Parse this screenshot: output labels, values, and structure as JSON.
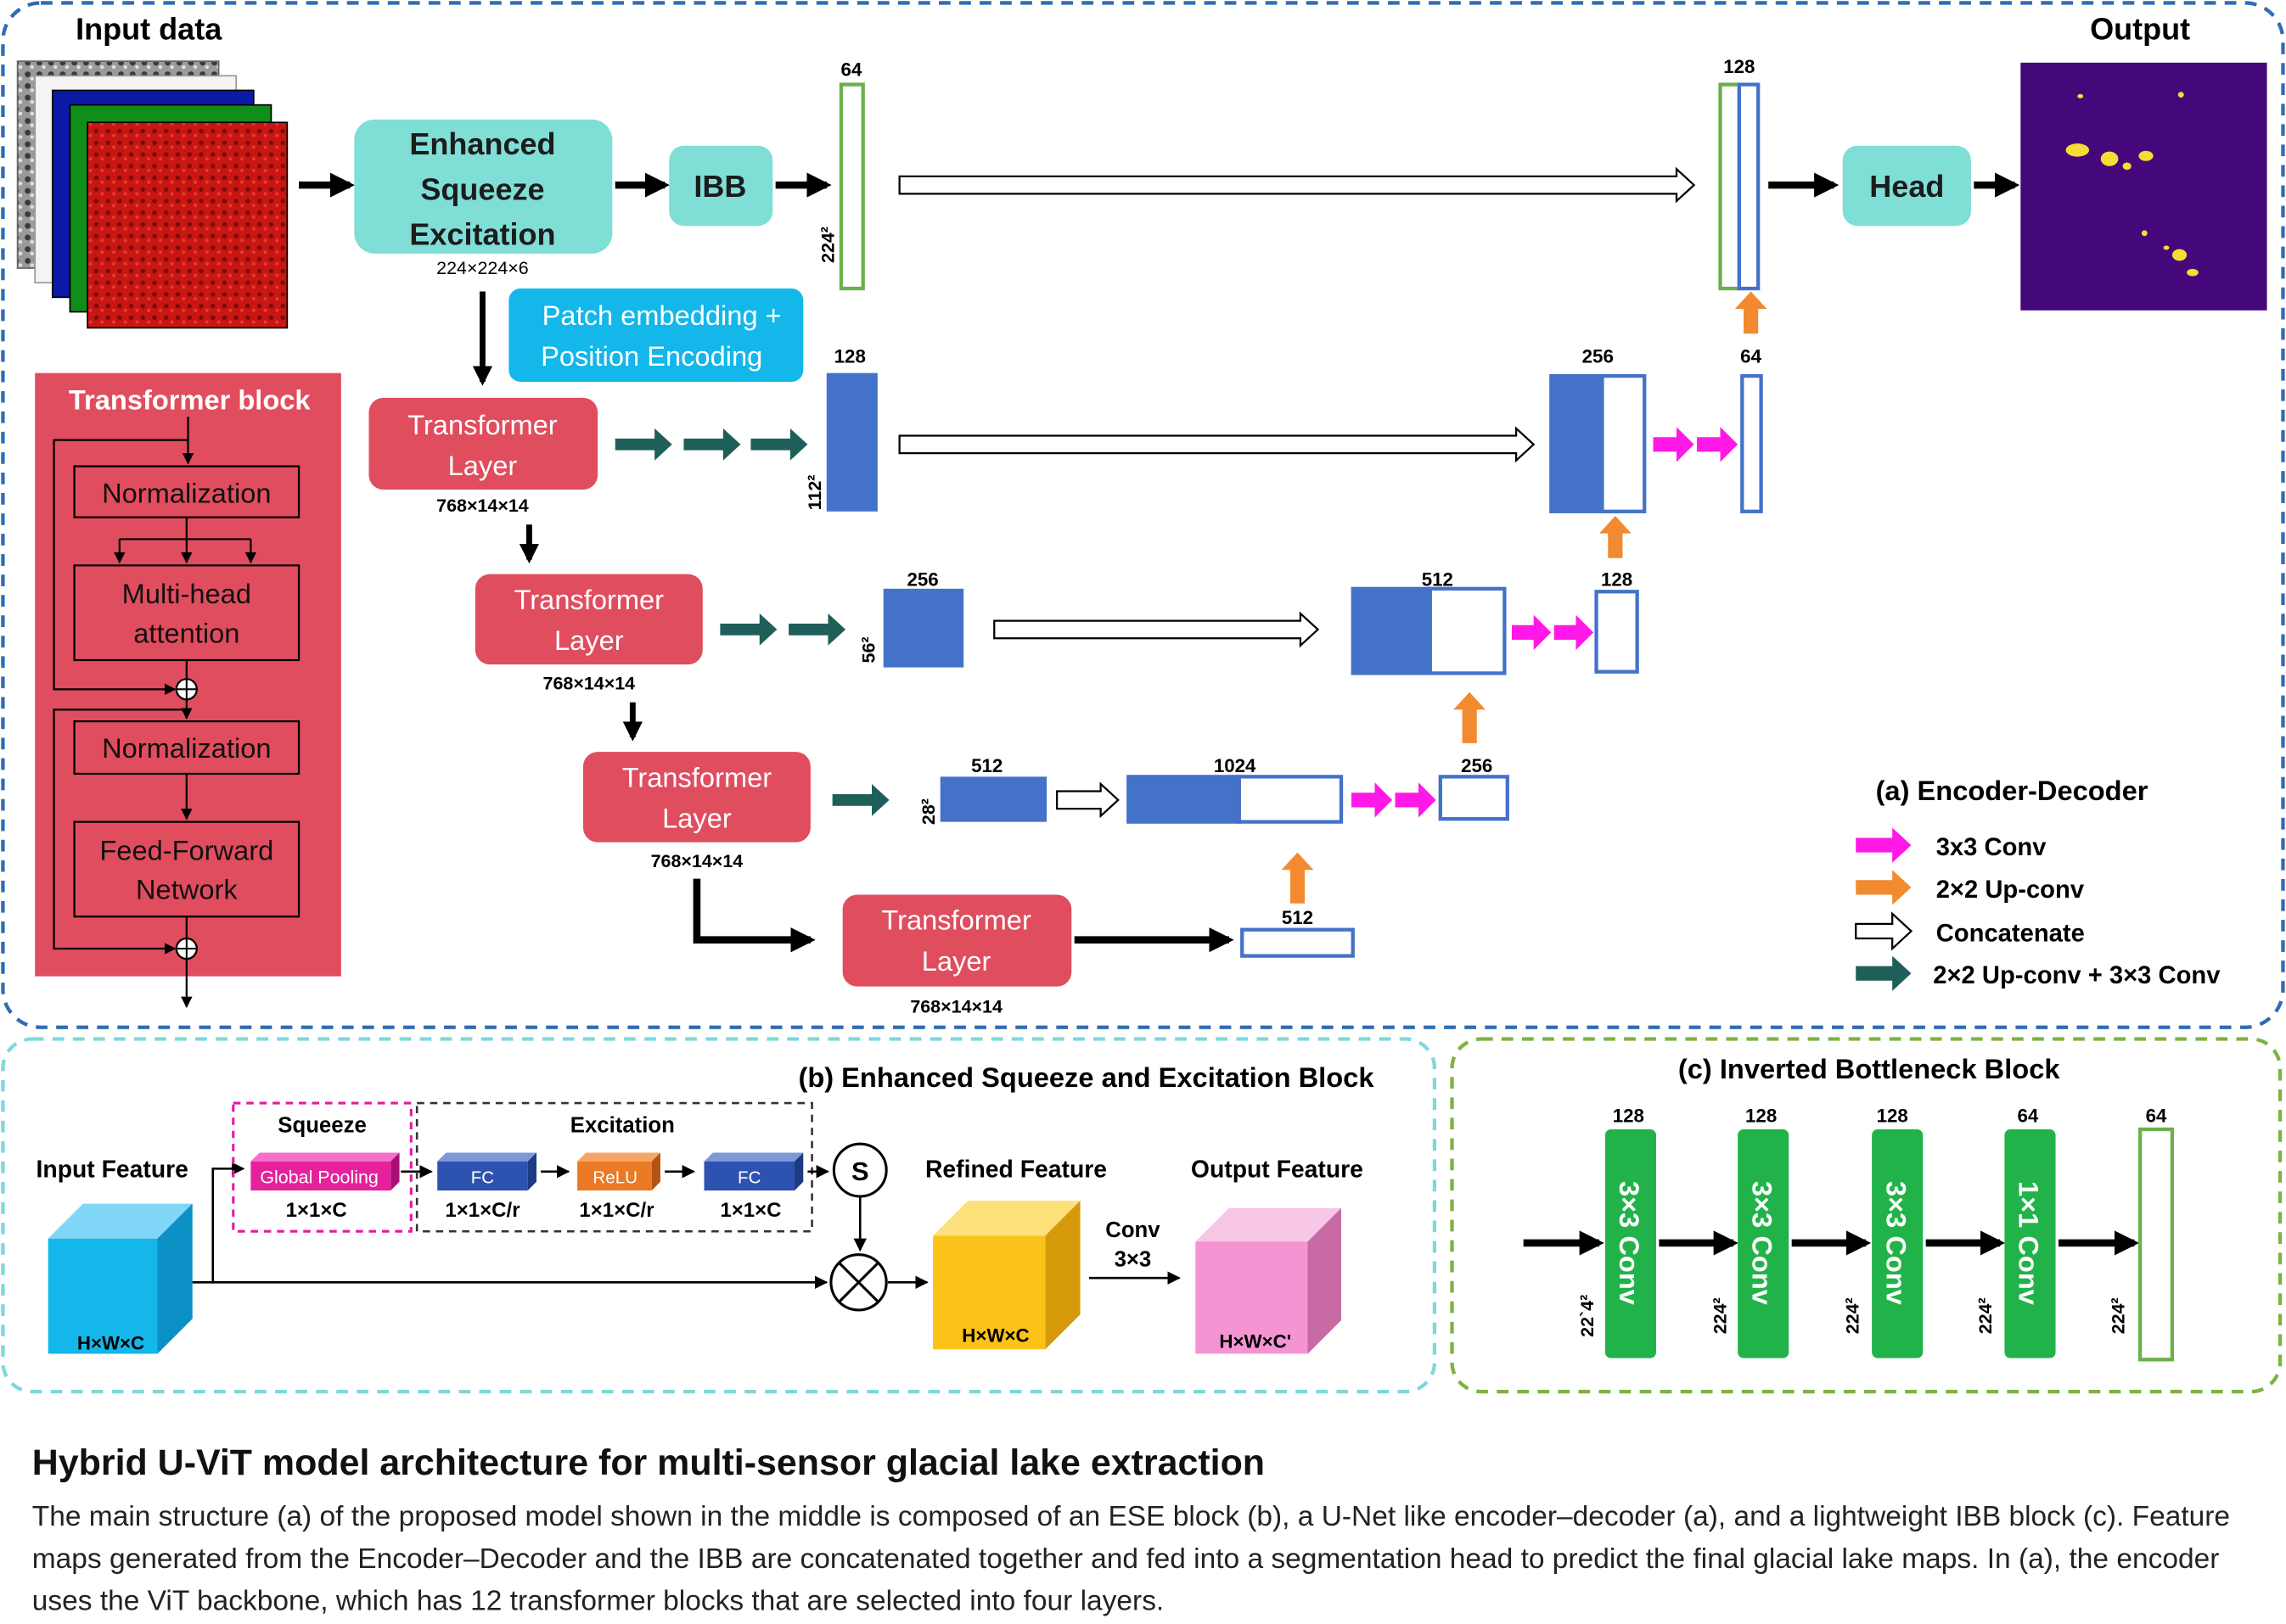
{
  "panel_a": {
    "input_title": "Input data",
    "output_title": "Output",
    "ese_lines": [
      "Enhanced",
      "Squeeze",
      "Excitation"
    ],
    "ese_dim": "224×224×6",
    "ibb": "IBB",
    "head": "Head",
    "patch_lines": [
      "Patch embedding +",
      "Position Encoding"
    ],
    "transformer_lines": [
      "Transformer",
      "Layer"
    ],
    "transformer_dim": "768×14×14",
    "enc_channels": [
      "64",
      "128",
      "256",
      "512"
    ],
    "enc_spatial": [
      "224²",
      "112²",
      "56²",
      "28²"
    ],
    "dec_top_channels": [
      "128",
      "256",
      "512",
      "1024"
    ],
    "dec_out_channels": [
      "64",
      "128",
      "256",
      "512"
    ],
    "legend_title": "(a) Encoder-Decoder",
    "legend": [
      {
        "label": "3x3 Conv",
        "color": "#ff18e6"
      },
      {
        "label": "2×2 Up-conv",
        "color": "#f28a30"
      },
      {
        "label": "Concatenate",
        "color": "#ffffff"
      },
      {
        "label": "2×2 Up-conv + 3×3 Conv",
        "color": "#1f5f5a"
      }
    ]
  },
  "transformer_block": {
    "title": "Transformer block",
    "norm1": "Normalization",
    "mha_lines": [
      "Multi-head",
      "attention"
    ],
    "norm2": "Normalization",
    "ffn_lines": [
      "Feed-Forward",
      "Network"
    ]
  },
  "panel_b": {
    "title": "(b) Enhanced Squeeze and Excitation Block",
    "input_feature": "Input Feature",
    "input_dim": "H×W×C",
    "squeeze": "Squeeze",
    "global_pooling": "Global Pooling",
    "squeeze_dim": "1×1×C",
    "excitation": "Excitation",
    "fc": "FC",
    "relu": "ReLU",
    "dims": [
      "1×1×C/r",
      "1×1×C/r",
      "1×1×C"
    ],
    "s": "S",
    "refined_feature": "Refined Feature",
    "refined_dim": "H×W×C",
    "conv_lines": [
      "Conv",
      "3×3"
    ],
    "output_feature": "Output Feature",
    "output_dim": "H×W×C'"
  },
  "panel_c": {
    "title": "(c) Inverted Bottleneck Block",
    "blocks": [
      "3×3 Conv",
      "3×3 Conv",
      "3×3 Conv",
      "1×1 Conv"
    ],
    "channels": [
      "128",
      "128",
      "128",
      "64",
      "64"
    ],
    "spatial": [
      "22`4²",
      "224²",
      "224²",
      "224²",
      "224²"
    ]
  },
  "caption": {
    "title": "Hybrid U-ViT model architecture for multi-sensor glacial lake extraction",
    "body": "The main structure (a) of the proposed model shown in the middle is composed of an ESE block (b), a U-Net like encoder–decoder (a), and a lightweight IBB block (c). Feature maps generated from the Encoder–Decoder and the IBB are concatenated together and fed into a segmentation head to predict the final glacial lake maps. In (a), the encoder uses the ViT backbone, which has 12 transformer blocks that are selected into four layers."
  },
  "colors": {
    "teal": "#7fded6",
    "red": "#e04d5e",
    "blue": "#4472c9",
    "green": "#22b24a",
    "cyan": "#13b7ea",
    "output_bg": "#44087a",
    "lake": "#f6dd35"
  }
}
